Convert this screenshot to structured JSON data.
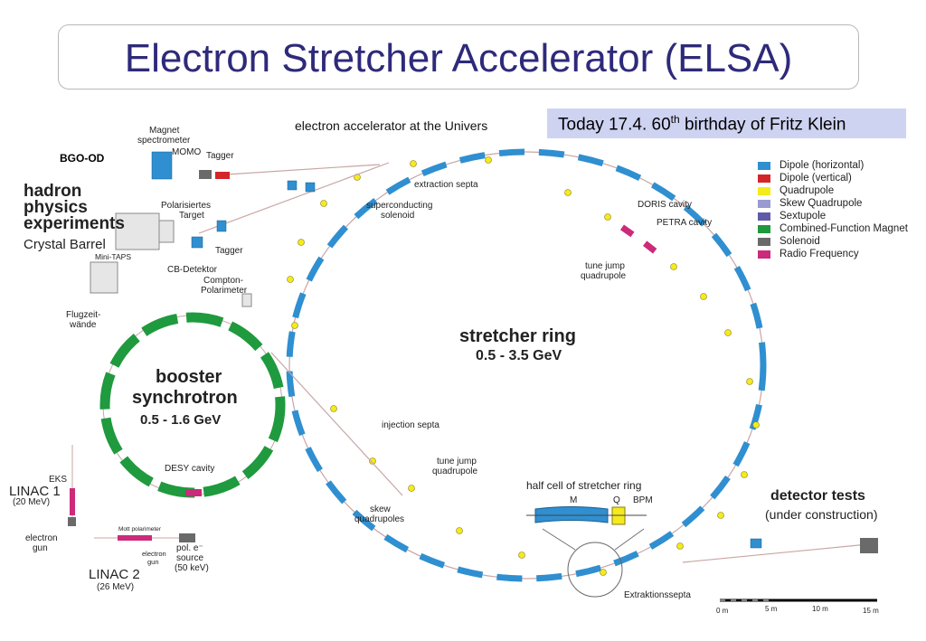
{
  "title": "Electron Stretcher Accelerator (ELSA)",
  "subtitle_text": "electron accelerator at the Univers",
  "banner": {
    "prefix": "Today 17.4.  60",
    "sup": "th",
    "suffix": "  birthday of Fritz Klein"
  },
  "labels": {
    "bgo_od": "BGO-OD",
    "hadron1": "hadron",
    "hadron2": "physics",
    "hadron3": "experiments",
    "crystal_barrel": "Crystal Barrel",
    "magnet_spectrometer1": "Magnet",
    "magnet_spectrometer2": "spectrometer",
    "momo": "MOMO",
    "tagger_top": "Tagger",
    "polarisiertes1": "Polarisiertes",
    "polarisiertes2": "Target",
    "tagger_mid": "Tagger",
    "mini_taps": "Mini-TAPS",
    "cb_detektor": "CB-Detektor",
    "compton1": "Compton-",
    "compton2": "Polarimeter",
    "flugzeit1": "Flugzeit-",
    "flugzeit2": "wände",
    "extraction_septa": "extraction septa",
    "superconducting1": "superconducting",
    "superconducting2": "solenoid",
    "doris_cavity": "DORIS cavity",
    "petra_cavity": "PETRA cavity",
    "tune_jump_top1": "tune jump",
    "tune_jump_top2": "quadrupole",
    "stretcher_ring1": "stretcher ring",
    "stretcher_ring2": "0.5 - 3.5 GeV",
    "booster1": "booster",
    "booster2": "synchrotron",
    "booster3": "0.5 - 1.6 GeV",
    "desy_cavity": "DESY cavity",
    "injection_septa": "injection septa",
    "tune_jump_bot1": "tune jump",
    "tune_jump_bot2": "quadrupole",
    "skew1": "skew",
    "skew2": "quadrupoles",
    "half_cell": "half cell of stretcher ring",
    "half_cell_m": "M",
    "half_cell_q": "Q",
    "half_cell_bpm": "BPM",
    "detector_tests1": "detector tests",
    "detector_tests2": "(under construction)",
    "extraktionssepta": "Extraktionssepta",
    "eks": "EKS",
    "linac1": "LINAC 1",
    "linac1_energy": "(20 MeV)",
    "electron_gun1a": "electron",
    "electron_gun1b": "gun",
    "mott": "Mott polarimeter",
    "electron_gun2a": "electron",
    "electron_gun2b": "gun",
    "pol_source1": "pol. e⁻",
    "pol_source2": "source",
    "pol_source3": "(50 keV)",
    "linac2": "LINAC 2",
    "linac2_energy": "(26 MeV)"
  },
  "legend": [
    {
      "label": "Dipole (horizontal)",
      "color": "#2f8fd0"
    },
    {
      "label": "Dipole (vertical)",
      "color": "#d2262a"
    },
    {
      "label": "Quadrupole",
      "color": "#f4ea1e"
    },
    {
      "label": "Skew Quadrupole",
      "color": "#9a9ad0"
    },
    {
      "label": "Sextupole",
      "color": "#5e5aa8"
    },
    {
      "label": "Combined-Function Magnet",
      "color": "#1f9a3e"
    },
    {
      "label": "Solenoid",
      "color": "#6a6a6a"
    },
    {
      "label": "Radio Frequency",
      "color": "#cc2a7a"
    }
  ],
  "scale": {
    "ticks": [
      "0 m",
      "5 m",
      "10 m",
      "15 m"
    ]
  }
}
